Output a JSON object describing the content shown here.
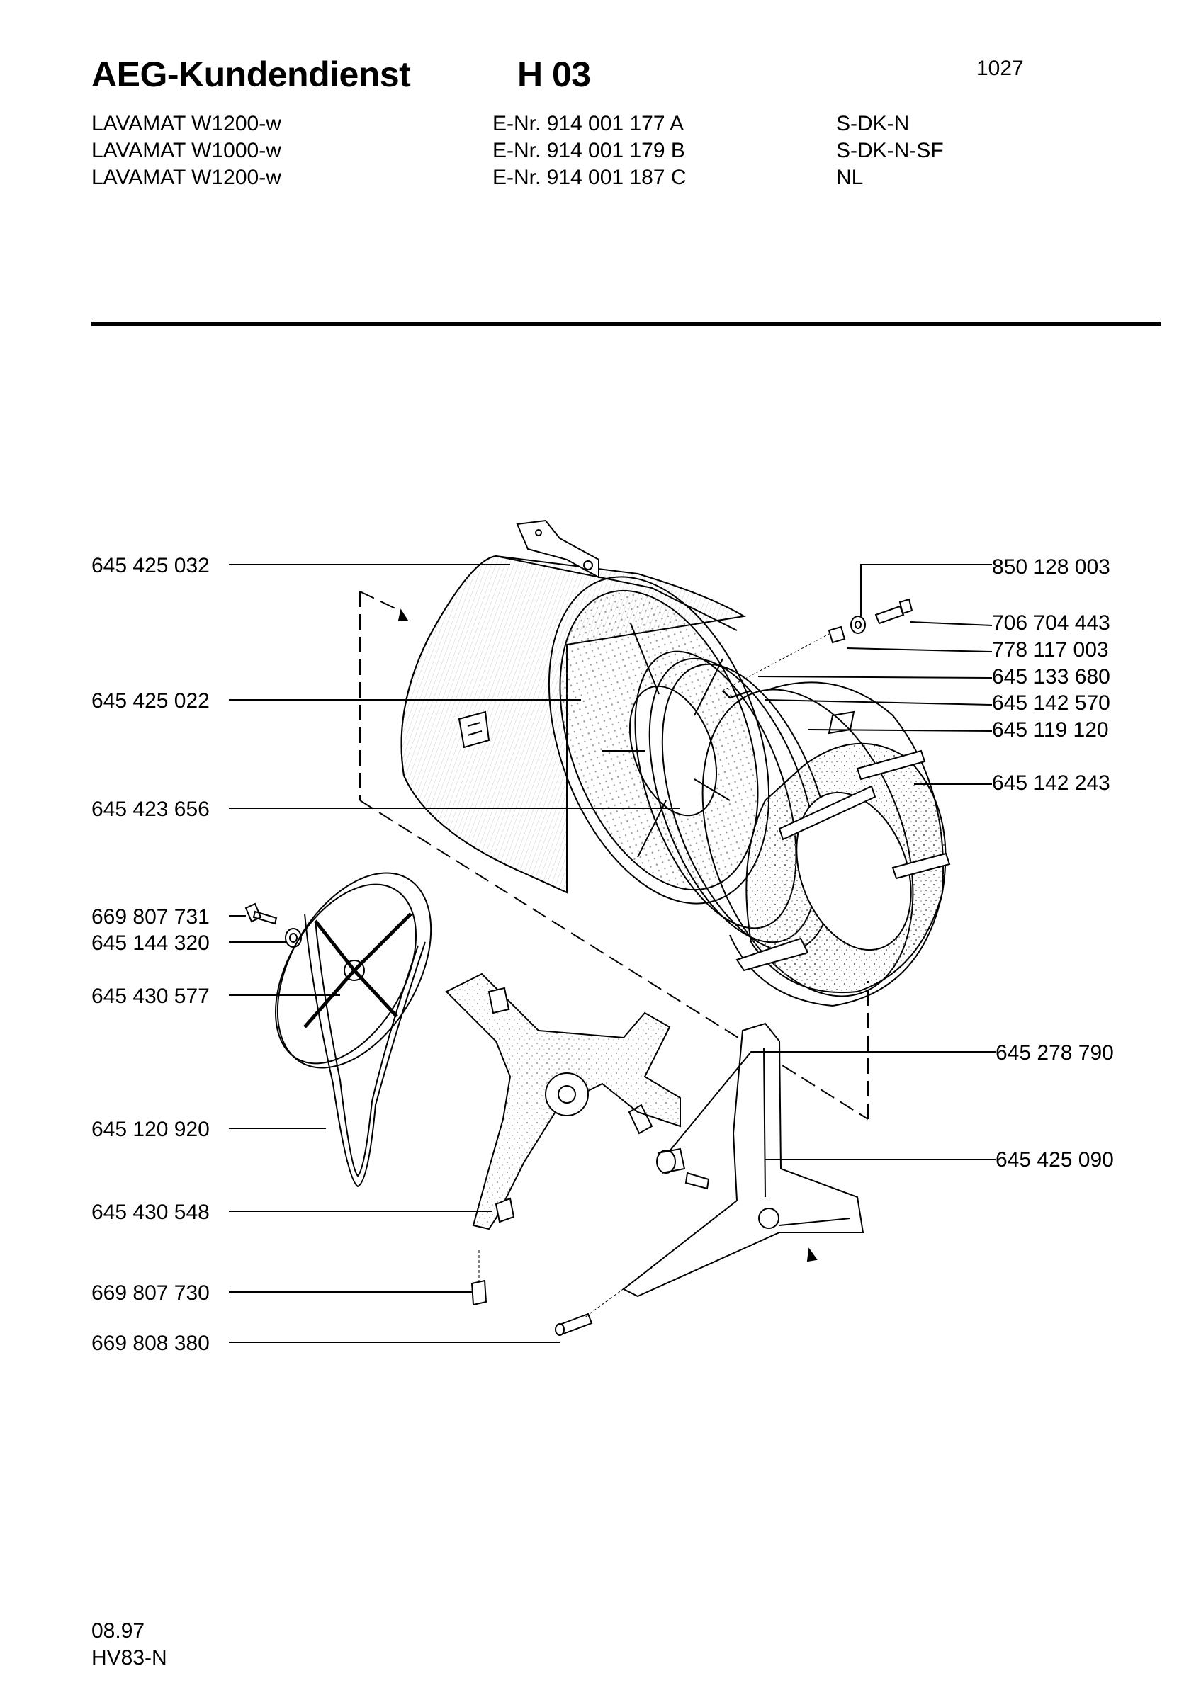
{
  "header": {
    "brand": "AEG-Kundendienst",
    "section": "H 03",
    "sheet_number": "1027"
  },
  "models": [
    {
      "name": "LAVAMAT W1200-w",
      "enr": "E-Nr. 914 001 177 A",
      "variant": "S-DK-N"
    },
    {
      "name": "LAVAMAT W1000-w",
      "enr": "E-Nr. 914 001 179 B",
      "variant": "S-DK-N-SF"
    },
    {
      "name": "LAVAMAT W1200-w",
      "enr": "E-Nr. 914 001 187 C",
      "variant": "NL"
    }
  ],
  "parts_left": [
    "645 425 032",
    "645 425 022",
    "645 423 656",
    "669 807 731",
    "645 144 320",
    "645 430 577",
    "645 120 920",
    "645 430 548",
    "669 807 730",
    "669 808 380"
  ],
  "parts_right": [
    "850 128 003",
    "706 704 443",
    "778 117 003",
    "645 133 680",
    "645 142 570",
    "645 119 120",
    "645 142 243",
    "645 278 790",
    "645 425 090"
  ],
  "footer": {
    "date": "08.97",
    "code": "HV83-N"
  }
}
